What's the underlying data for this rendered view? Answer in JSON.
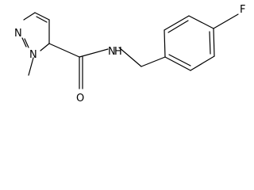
{
  "molecule": {
    "atoms": {
      "pyrazole_n2": "N",
      "pyrazole_n1": "N",
      "methyl": "",
      "carbonyl_o": "O",
      "amide_n": "N",
      "amide_h": "H",
      "fluorine": "F"
    }
  }
}
